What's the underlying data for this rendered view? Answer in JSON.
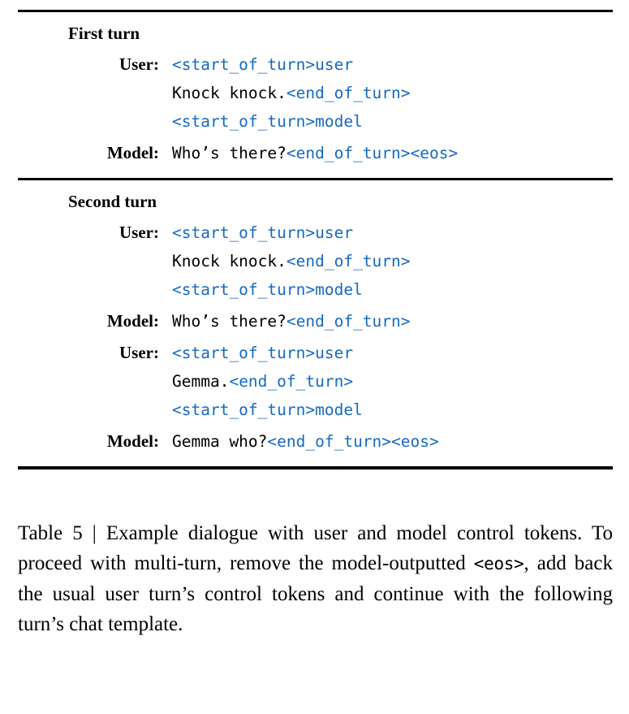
{
  "table": {
    "rules": {
      "top": "solid-rule",
      "middle": "solid-rule",
      "bottom": "solid-rule"
    },
    "sections": [
      {
        "heading": "First turn",
        "rows": [
          {
            "label": "User:",
            "lines": [
              [
                {
                  "text": "<start_of_turn>user",
                  "style": "token"
                }
              ],
              [
                {
                  "text": "Knock knock.",
                  "style": "plain"
                },
                {
                  "text": "<end_of_turn>",
                  "style": "token"
                }
              ],
              [
                {
                  "text": "<start_of_turn>model",
                  "style": "token"
                }
              ]
            ]
          },
          {
            "label": "Model:",
            "lines": [
              [
                {
                  "text": "Who’s there?",
                  "style": "plain"
                },
                {
                  "text": "<end_of_turn><eos>",
                  "style": "token"
                }
              ]
            ]
          }
        ]
      },
      {
        "heading": "Second turn",
        "rows": [
          {
            "label": "User:",
            "lines": [
              [
                {
                  "text": "<start_of_turn>user",
                  "style": "token"
                }
              ],
              [
                {
                  "text": "Knock knock.",
                  "style": "plain"
                },
                {
                  "text": "<end_of_turn>",
                  "style": "token"
                }
              ],
              [
                {
                  "text": "<start_of_turn>model",
                  "style": "token"
                }
              ]
            ]
          },
          {
            "label": "Model:",
            "lines": [
              [
                {
                  "text": "Who’s there?",
                  "style": "plain"
                },
                {
                  "text": "<end_of_turn>",
                  "style": "token"
                }
              ]
            ]
          },
          {
            "label": "User:",
            "lines": [
              [
                {
                  "text": "<start_of_turn>user",
                  "style": "token"
                }
              ],
              [
                {
                  "text": "Gemma.",
                  "style": "plain"
                },
                {
                  "text": "<end_of_turn>",
                  "style": "token"
                }
              ],
              [
                {
                  "text": "<start_of_turn>model",
                  "style": "token"
                }
              ]
            ]
          },
          {
            "label": "Model:",
            "lines": [
              [
                {
                  "text": "Gemma who?",
                  "style": "plain"
                },
                {
                  "text": "<end_of_turn><eos>",
                  "style": "token"
                }
              ]
            ]
          }
        ]
      }
    ]
  },
  "caption": {
    "label": "Table 5 |",
    "part1": " Example dialogue with user and model control tokens. To proceed with multi-turn, remove the model-outputted ",
    "mono": "<eos>",
    "part2": ", add back the usual user turn’s control tokens and continue with the following turn’s chat template.",
    "full_text": "Table 5 | Example dialogue with user and model control tokens. To proceed with multi-turn, remove the model-outputted <eos>, add back the usual user turn’s control tokens and continue with the following turn’s chat template."
  },
  "colors": {
    "token_blue": "#1669c1",
    "text_black": "#000000",
    "background": "#ffffff"
  }
}
